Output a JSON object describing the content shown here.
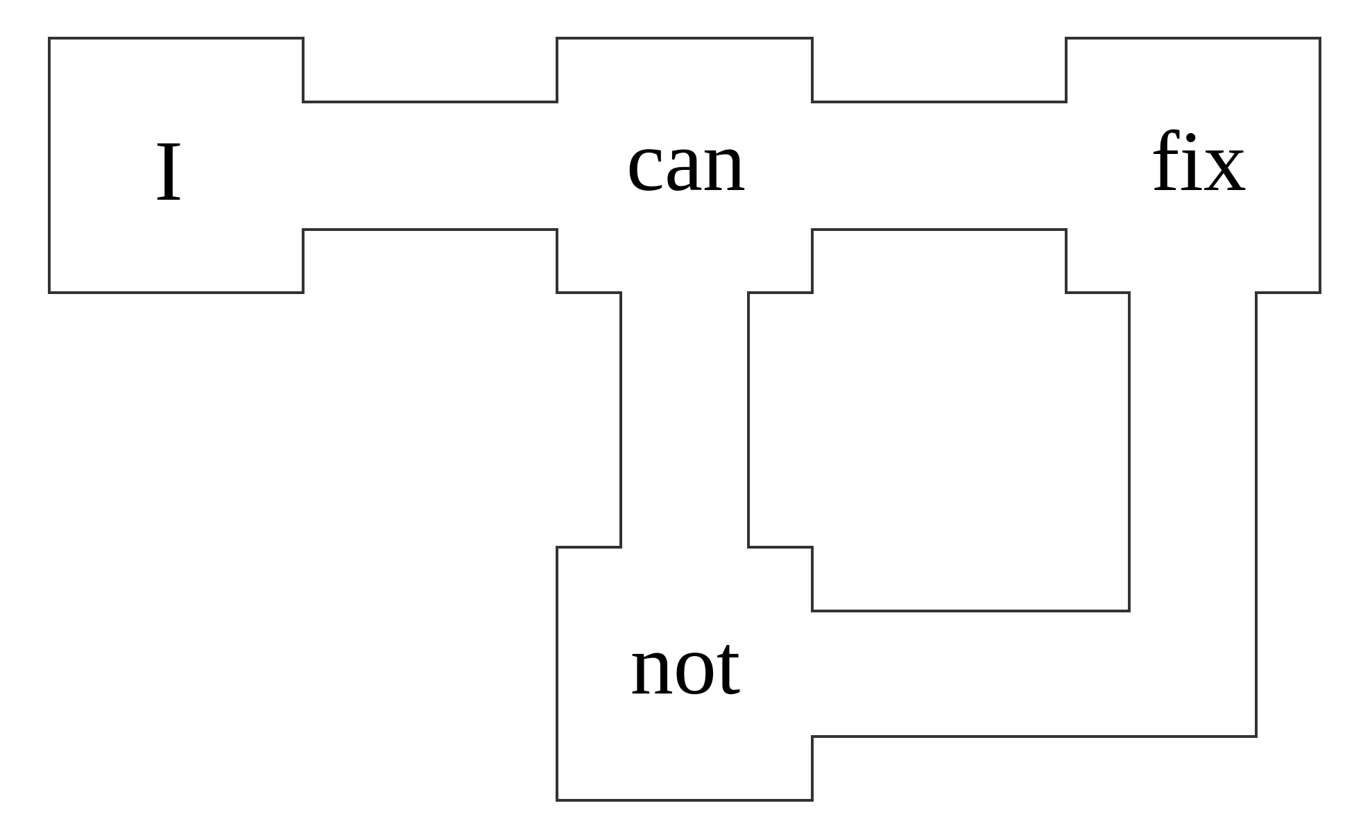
{
  "diagram": {
    "words": {
      "w1": "I",
      "w2": "can",
      "w3": "fix",
      "w4": "not"
    },
    "colors": {
      "outline": "#333333",
      "text": "#000000",
      "background": "#ffffff"
    }
  }
}
